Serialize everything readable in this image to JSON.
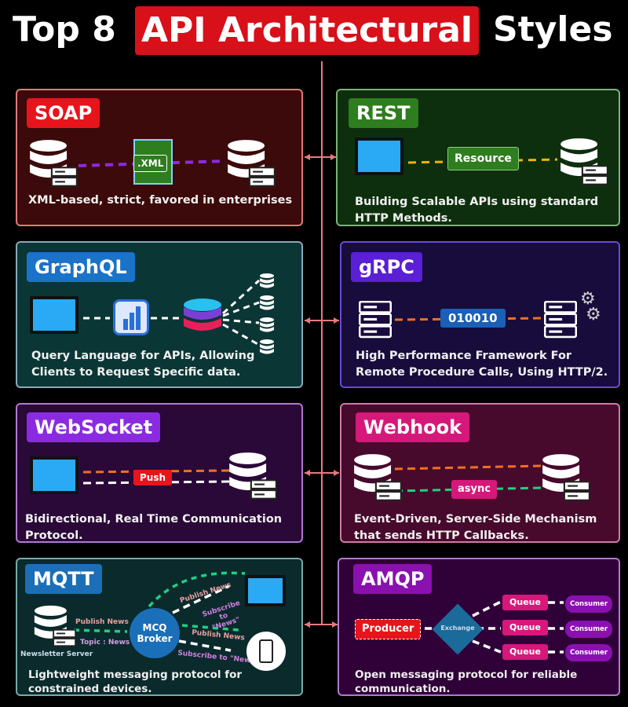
{
  "title": {
    "part1": "Top 8",
    "part2": "API Architectural",
    "part3": "Styles"
  },
  "panels": {
    "soap": {
      "name": "SOAP",
      "tag": ".XML",
      "desc": "XML-based, strict, favored in enterprises"
    },
    "rest": {
      "name": "REST",
      "tag": "Resource",
      "desc": "Building Scalable APIs using standard HTTP Methods."
    },
    "graphql": {
      "name": "GraphQL",
      "desc": "Query Language for APIs, Allowing Clients to Request Specific data."
    },
    "grpc": {
      "name": "gRPC",
      "tag": "010010",
      "desc": "High Performance Framework For Remote Procedure Calls, Using HTTP/2."
    },
    "websocket": {
      "name": "WebSocket",
      "tag": "Push",
      "desc": "Bidirectional, Real Time Communication Protocol."
    },
    "webhook": {
      "name": "Webhook",
      "tag": "async",
      "desc": "Event-Driven, Server-Side Mechanism that sends HTTP Callbacks."
    },
    "mqtt": {
      "name": "MQTT",
      "broker": "MCQ Broker",
      "server": "Newsletter Server",
      "publish": "Publish News",
      "topic": "Topic : News",
      "publish2": "Publish News",
      "subscribe1": "Subscribe to \"News\"",
      "publish3": "Publish News",
      "subscribe2": "Subscribe to \"News\"",
      "desc": "Lightweight messaging protocol for constrained devices."
    },
    "amqp": {
      "name": "AMQP",
      "producer": "Producer",
      "exchange": "Exchange",
      "queue": "Queue",
      "consumer": "Consumer",
      "desc": "Open messaging protocol for reliable communication."
    }
  },
  "colors": {
    "red": "#e8141c",
    "green": "#2e7d1e",
    "blue": "#1a73c8",
    "purple": "#5b1fd6",
    "violet": "#8a2be2",
    "magenta": "#d6187a"
  }
}
